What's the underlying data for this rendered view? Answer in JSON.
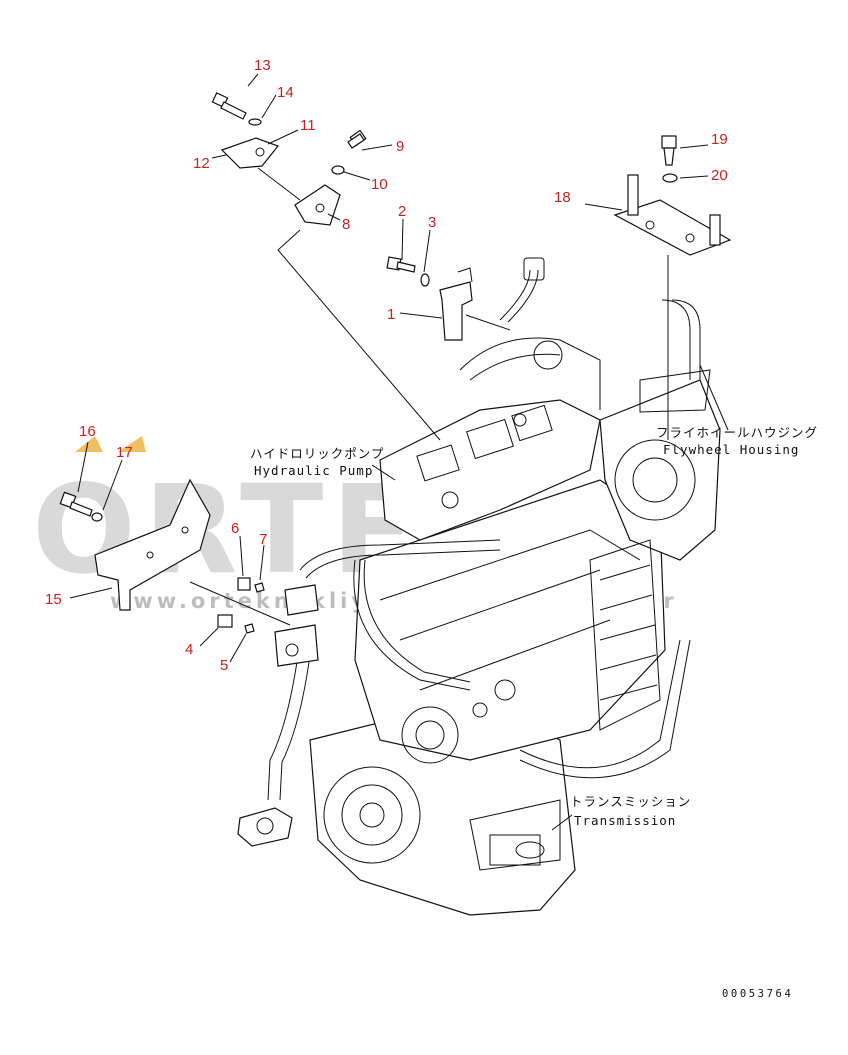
{
  "callouts": [
    {
      "id": "13",
      "text": "13"
    },
    {
      "id": "14",
      "text": "14"
    },
    {
      "id": "11",
      "text": "11"
    },
    {
      "id": "12",
      "text": "12"
    },
    {
      "id": "9",
      "text": "9"
    },
    {
      "id": "10",
      "text": "10"
    },
    {
      "id": "8",
      "text": "8"
    },
    {
      "id": "2",
      "text": "2"
    },
    {
      "id": "3",
      "text": "3"
    },
    {
      "id": "1",
      "text": "1"
    },
    {
      "id": "19",
      "text": "19"
    },
    {
      "id": "20",
      "text": "20"
    },
    {
      "id": "18",
      "text": "18"
    },
    {
      "id": "16",
      "text": "16"
    },
    {
      "id": "17",
      "text": "17"
    },
    {
      "id": "15",
      "text": "15"
    },
    {
      "id": "6",
      "text": "6"
    },
    {
      "id": "7",
      "text": "7"
    },
    {
      "id": "4",
      "text": "4"
    },
    {
      "id": "5",
      "text": "5"
    }
  ],
  "labels": {
    "hydraulic_pump_jp": "ハイドロリックポンプ",
    "hydraulic_pump_en": "Hydraulic Pump",
    "flywheel_housing_jp": "フライホイールハウジング",
    "flywheel_housing_en": "Flywheel Housing",
    "transmission_jp": "トランスミッション",
    "transmission_en": "Transmission"
  },
  "watermark": {
    "logo": "ORTEK",
    "url": "www.orteknakliyeyedekparca.com.tr"
  },
  "document_id": "00053764",
  "colors": {
    "callout_number": "#c8211e",
    "watermark": "#d9d9d9",
    "watermark_accent": "#f0c060",
    "line": "#111111"
  }
}
